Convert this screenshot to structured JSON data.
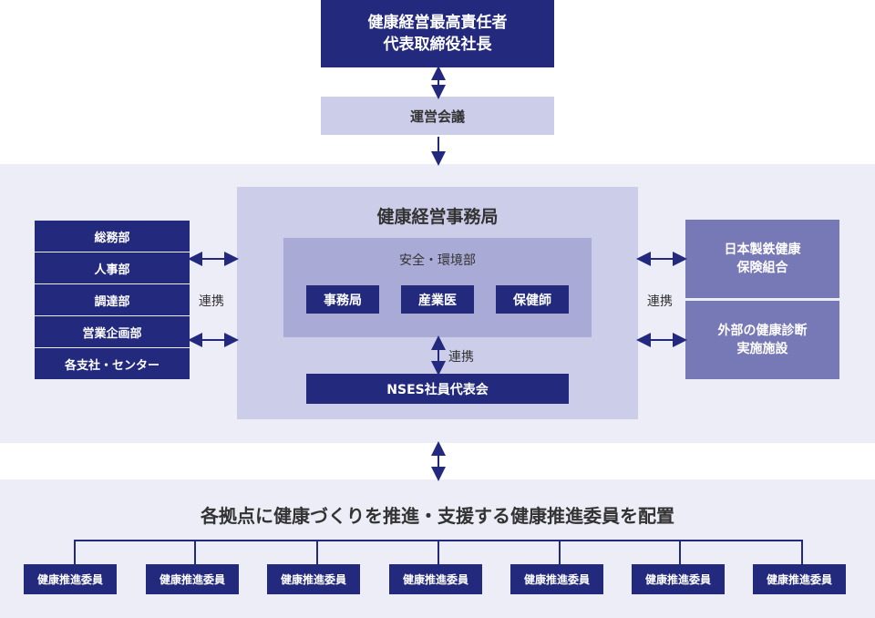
{
  "top": {
    "line1": "健康経営最高責任者",
    "line2": "代表取締役社長"
  },
  "council": "運営会議",
  "office": {
    "title": "健康経営事務局",
    "department": {
      "title": "安全・環境部",
      "units": [
        "事務局",
        "産業医",
        "保健師"
      ]
    },
    "link_label": "連携",
    "representative": "NSES社員代表会"
  },
  "left": {
    "items": [
      "総務部",
      "人事部",
      "調達部",
      "営業企画部",
      "各支社・センター"
    ],
    "link_label": "連携"
  },
  "right": {
    "items": [
      {
        "line1": "日本製鉄健康",
        "line2": "保険組合"
      },
      {
        "line1": "外部の健康診断",
        "line2": "実施施設"
      }
    ],
    "link_label": "連携"
  },
  "bottom": {
    "title": "各拠点に健康づくりを推進・支援する健康推進委員を配置",
    "members": [
      "健康推進委員",
      "健康推進委員",
      "健康推進委員",
      "健康推進委員",
      "健康推進委員",
      "健康推進委員",
      "健康推進委員"
    ]
  },
  "colors": {
    "navy": "#232a7e",
    "band": "#ecedf6",
    "office": "#cccde8",
    "dept": "#a9aad6",
    "partner": "#7778b6"
  }
}
